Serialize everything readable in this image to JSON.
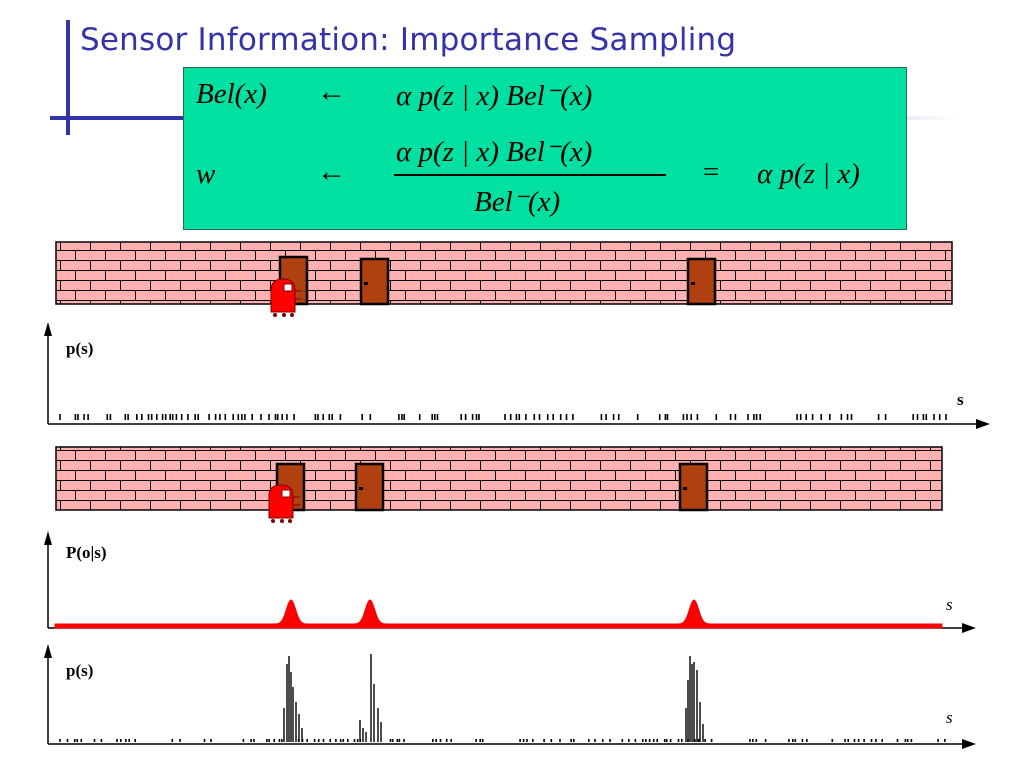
{
  "slide": {
    "title": "Sensor Information: Importance Sampling"
  },
  "formula": {
    "row1_lhs": "Bel(x)",
    "row1_arrow": "←",
    "row1_rhs": "α p(z | x) Bel⁻(x)",
    "row2_lhs": "w",
    "row2_arrow": "←",
    "row2_numerator": "α p(z | x) Bel⁻(x)",
    "row2_denominator": "Bel⁻(x)",
    "row2_equals": "=",
    "row2_result": "α p(z | x)"
  },
  "plots": {
    "prior": {
      "ylabel": "p(s)",
      "xlabel": "s"
    },
    "sensor": {
      "ylabel": "P(o|s)",
      "xlabel": "s"
    },
    "posterior": {
      "ylabel": "p(s)",
      "xlabel": "s"
    }
  },
  "colors": {
    "title": "#3333aa",
    "formula_bg": "#00e0a0",
    "brick": "#ffb0b0",
    "mortar": "#000000",
    "door": "#b04010",
    "robot": "#ff0000",
    "sensor_curve": "#ff0000"
  },
  "icons": [
    "robot-icon",
    "door-icon"
  ]
}
